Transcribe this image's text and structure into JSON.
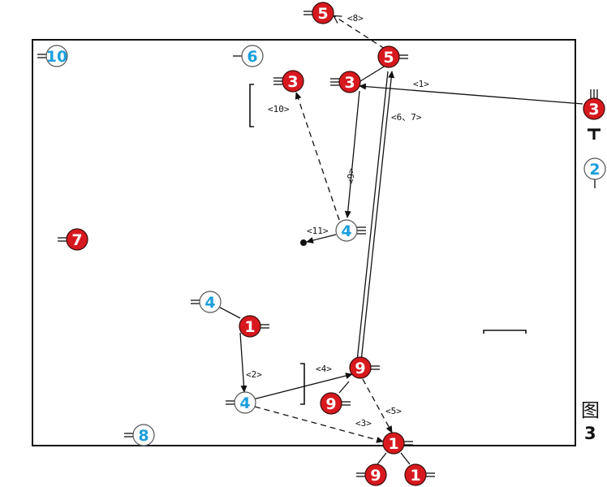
{
  "colors": {
    "red": "#d7191f",
    "blue": "#1a9fdc",
    "line": "#111111"
  },
  "figure": {
    "char": "图",
    "number": "3"
  },
  "players": [
    {
      "id": "r5-top",
      "num": "5",
      "team": "red"
    },
    {
      "id": "b10",
      "num": "10",
      "team": "blue"
    },
    {
      "id": "b6",
      "num": "6",
      "team": "blue"
    },
    {
      "id": "r5",
      "num": "5",
      "team": "red"
    },
    {
      "id": "r3-left",
      "num": "3",
      "team": "red"
    },
    {
      "id": "r3-mid",
      "num": "3",
      "team": "red"
    },
    {
      "id": "r3-right",
      "num": "3",
      "team": "red"
    },
    {
      "id": "b2",
      "num": "2",
      "team": "blue"
    },
    {
      "id": "b4-center",
      "num": "4",
      "team": "blue"
    },
    {
      "id": "r7",
      "num": "7",
      "team": "red"
    },
    {
      "id": "b4-left",
      "num": "4",
      "team": "blue"
    },
    {
      "id": "r1-mid",
      "num": "1",
      "team": "red"
    },
    {
      "id": "b4-bottom",
      "num": "4",
      "team": "blue"
    },
    {
      "id": "r9-center",
      "num": "9",
      "team": "red"
    },
    {
      "id": "r9-mid",
      "num": "9",
      "team": "red"
    },
    {
      "id": "b8",
      "num": "8",
      "team": "blue"
    },
    {
      "id": "r1-goal",
      "num": "1",
      "team": "red"
    },
    {
      "id": "r9-bottom",
      "num": "9",
      "team": "red"
    },
    {
      "id": "r1-bottom",
      "num": "1",
      "team": "red"
    }
  ],
  "labels": {
    "l1": "<1>",
    "l2": "<2>",
    "l3": "<3>",
    "l4": "<4>",
    "l5": "<5>",
    "l67": "<6、7>",
    "l8": "<8>",
    "l9": "<9>",
    "l10": "<10>",
    "l11": "<11>"
  }
}
